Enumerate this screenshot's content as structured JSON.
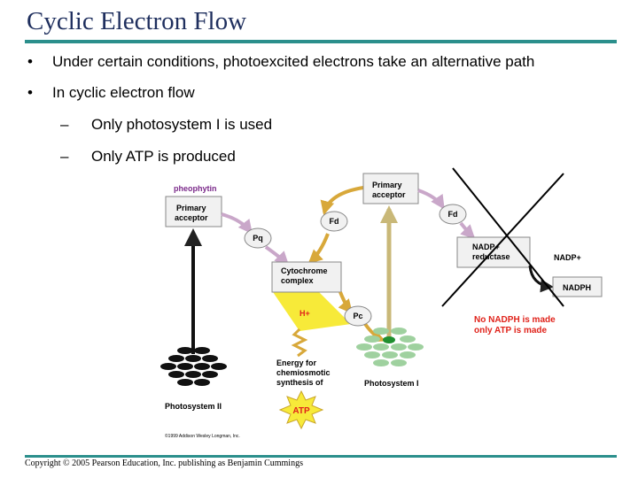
{
  "slide": {
    "title": "Cyclic Electron Flow",
    "bullets": [
      "Under certain conditions, photoexcited electrons take an alternative path",
      "In cyclic electron flow"
    ],
    "bullet_mark": "•",
    "sub_mark": "–",
    "sub_bullets": [
      "Only photosystem I is used",
      "Only ATP is produced"
    ],
    "footer": "Copyright © 2005 Pearson Education, Inc. publishing as Benjamin Cummings"
  },
  "figure": {
    "pheophytin": "pheophytin",
    "ps2_acceptor": [
      "Primary",
      "acceptor"
    ],
    "ps1_acceptor": [
      "Primary",
      "acceptor"
    ],
    "pq": "Pq",
    "fd_left": "Fd",
    "fd_right": "Fd",
    "cytochrome": [
      "Cytochrome",
      "complex"
    ],
    "h_plus": "H+",
    "pc": "Pc",
    "nadp_reductase": [
      "NADP+",
      "reductase"
    ],
    "nadp_plus": "NADP+",
    "nadph": "NADPH",
    "no_nadph_note": [
      "No NADPH is made",
      "only ATP is made"
    ],
    "energy": [
      "Energy for",
      "chemiosmotic",
      "synthesis of"
    ],
    "atp": "ATP",
    "photosystem_i": "Photosystem I",
    "photosystem_ii": "Photosystem II",
    "credit": "©1999 Addison Wesley Longman, Inc.",
    "colors": {
      "box_fill": "#f1f1f1",
      "box_stroke": "#888888",
      "accent_red": "#e0231b",
      "pheophytin": "#7b2a8a",
      "pink_arrow": "#c9a7c9",
      "yellow": "#f7ea39",
      "orange_arrow": "#d8a83a",
      "tan_arrow": "#c9b878",
      "pc_green": "#5fb26b",
      "leaf_green": "#9fd19f",
      "rule": "#2b8f8c",
      "title": "#1f2f5e"
    }
  }
}
